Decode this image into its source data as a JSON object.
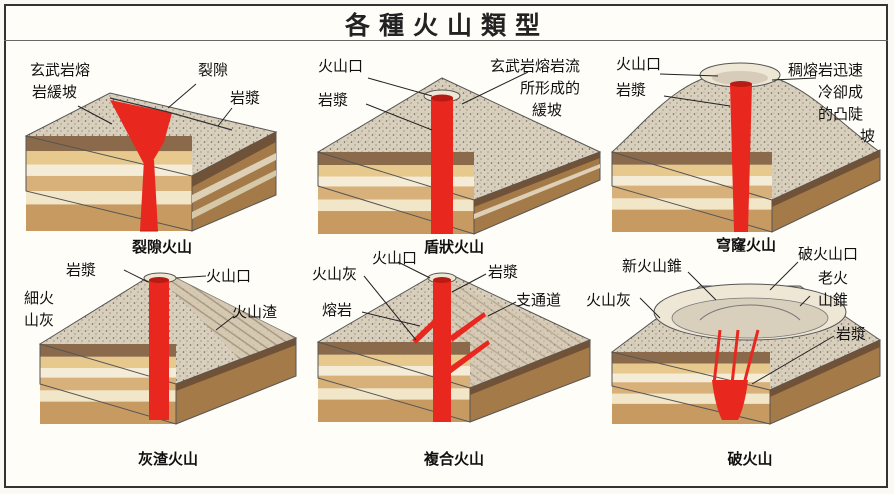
{
  "title": "各種火山類型",
  "colors": {
    "lava": "#e8281e",
    "lava_dark": "#b81a14",
    "crust": "#d8cdbb",
    "speckle": "#6e6254"
  },
  "panels": [
    {
      "caption": "裂隙火山",
      "labels": {
        "a1": "玄武岩熔",
        "a2": "岩緩坡",
        "b": "裂隙",
        "c": "岩漿"
      }
    },
    {
      "caption": "盾狀火山",
      "labels": {
        "a": "火山口",
        "b": "岩漿",
        "c1": "玄武岩熔岩流",
        "c2": "所形成的",
        "c3": "緩坡"
      }
    },
    {
      "caption": "穹窿火山",
      "labels": {
        "a": "火山口",
        "b": "岩漿",
        "c1": "稠熔岩迅速",
        "c2": "冷卻成",
        "c3": "的凸陡",
        "c4": "坡"
      }
    },
    {
      "caption": "灰渣火山",
      "labels": {
        "a": "岩漿",
        "b": "火山口",
        "c1": "細火",
        "c2": "山灰",
        "d": "火山渣"
      }
    },
    {
      "caption": "複合火山",
      "labels": {
        "a": "火山灰",
        "b": "火山口",
        "c": "岩漿",
        "d": "熔岩",
        "e": "支通道"
      }
    },
    {
      "caption": "破火山",
      "labels": {
        "a": "新火山錐",
        "b": "破火山口",
        "c1": "老火",
        "c2": "山錐",
        "d": "火山灰",
        "e": "岩漿"
      }
    }
  ]
}
